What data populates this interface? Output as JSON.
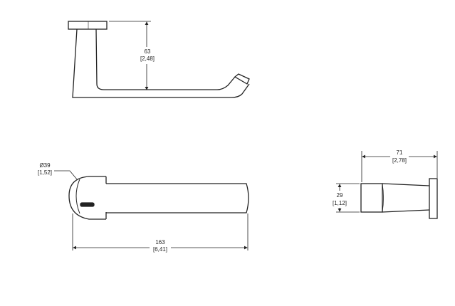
{
  "drawing": {
    "top_view": {
      "height_dim": {
        "mm": "63",
        "in": "[2,48]"
      }
    },
    "front_view": {
      "diameter_dim": {
        "mm": "Ø39",
        "in": "[1,52]"
      },
      "length_dim": {
        "mm": "163",
        "in": "[6,41]"
      }
    },
    "side_view": {
      "depth_dim": {
        "mm": "71",
        "in": "[2,78]"
      },
      "height_dim": {
        "mm": "29",
        "in": "[1,12]"
      }
    }
  }
}
